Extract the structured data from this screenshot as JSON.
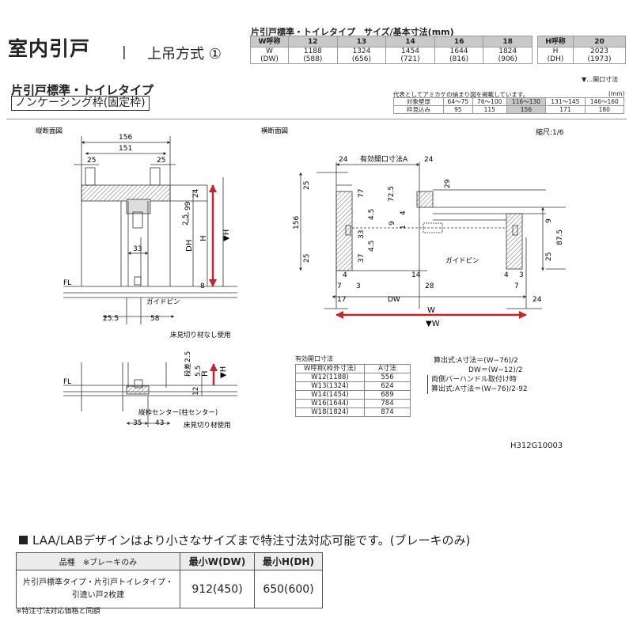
{
  "header": {
    "title": "室内引戸",
    "separator": "|",
    "subtitle": "上吊方式 ①",
    "dim_caption": "片引戸標準・トイレタイプ　サイズ/基本寸法(mm)"
  },
  "spec_table": {
    "w_header": "W呼称",
    "w_sizes": [
      "12",
      "13",
      "14",
      "16",
      "18"
    ],
    "w_label": "W",
    "dw_label": "(DW)",
    "w_values": [
      "1188",
      "1324",
      "1454",
      "1644",
      "1824"
    ],
    "dw_values": [
      "(588)",
      "(656)",
      "(721)",
      "(816)",
      "(906)"
    ],
    "h_header": "H呼称",
    "h_size": "20",
    "h_label": "H",
    "dh_label": "(DH)",
    "h_value": "2023",
    "dh_value": "(1973)"
  },
  "legend": "▼…開口寸法",
  "section": {
    "title": "片引戸標準・トイレタイプ",
    "subtitle": "ノンケーシング枠(固定枠)"
  },
  "reference": {
    "note": "代表としてアミカケの納まり図を掲載しています。",
    "unit": "(mm)",
    "row1_label": "対象壁厚",
    "row1_values": [
      "64～75",
      "76～100",
      "116～130",
      "131～145",
      "146～160"
    ],
    "row2_label": "枠見込み",
    "row2_values": [
      "95",
      "115",
      "156",
      "171",
      "180"
    ],
    "highlight_index": 2
  },
  "vertical_section": {
    "label": "縦断面図",
    "dims": {
      "top_overall": "156",
      "inner": "151",
      "left_25": "25",
      "right_25": "25",
      "d24": "24",
      "d99": "99",
      "d2_5": "2.5",
      "d33": "33",
      "d8": "8",
      "d25_5": "25.5",
      "d58": "58",
      "H": "H",
      "DH": "DH",
      "H_open": "▼H",
      "FL": "FL",
      "guide_pin": "ガイドピン",
      "floor_note": "床見切り材なし使用"
    }
  },
  "lower_detail": {
    "FL": "FL",
    "dims": {
      "d2_5": "2.5",
      "step": "段差",
      "d5_5": "5.5",
      "d12": "12",
      "d35": "35",
      "d43": "43",
      "H": "H",
      "H_open": "▼H"
    },
    "center_note": "縦枠センター(柱センター)",
    "floor_note": "床見切り材使用"
  },
  "horizontal_section": {
    "label": "横断面図",
    "scale": "縮尺:1/6",
    "dims": {
      "effective_opening": "有効開口寸法A",
      "d24a": "24",
      "d24b": "24",
      "d24c": "24",
      "d25a": "25",
      "d25b": "25",
      "d25c": "25",
      "d156": "156",
      "d77": "77",
      "d4_5a": "4.5",
      "d4_5b": "4.5",
      "d33": "33",
      "d37": "37",
      "d72_5": "72.5",
      "d29": "29",
      "d9a": "9",
      "d9b": "9",
      "d1": "1",
      "d4a": "4",
      "d4b": "4",
      "d14": "14",
      "d28": "28",
      "d87_5": "87.5",
      "d3a": "3",
      "d3b": "3",
      "d7a": "7",
      "d7b": "7",
      "d17": "17",
      "DW": "DW",
      "W": "W",
      "W_open": "▼W",
      "guide_pin": "ガイドピン"
    }
  },
  "opening_table": {
    "caption": "有効開口寸法",
    "col1": "W呼称(枠外寸法)",
    "col2": "A寸法",
    "rows": [
      {
        "w": "W12(1188)",
        "a": "556"
      },
      {
        "w": "W13(1324)",
        "a": "624"
      },
      {
        "w": "W14(1454)",
        "a": "689"
      },
      {
        "w": "W16(1644)",
        "a": "784"
      },
      {
        "w": "W18(1824)",
        "a": "874"
      }
    ]
  },
  "formulas": {
    "line1": "算出式:A寸法＝(W−76)/2",
    "line2": "DW＝(W−12)/2",
    "line3": "両側バーハンドル取付け時",
    "line4": "算出式:A寸法＝(W−76)/2-92"
  },
  "code": "H312G10003",
  "bottom": {
    "heading": "LAA/LABデザインはより小さなサイズまで特注寸法対応可能です。(ブレーキのみ)",
    "col1": "品種　※ブレーキのみ",
    "col2": "最小W(DW)",
    "col3": "最小H(DH)",
    "row_label_1": "片引戸標準タイプ・片引戸トイレタイプ・",
    "row_label_2": "引違い戸2枚建",
    "min_w": "912(450)",
    "min_h": "650(600)",
    "footnote": "※特注寸法対応価格と同額"
  },
  "colors": {
    "red": "#c8232c",
    "hatch": "#8a8a8a",
    "gray_header": "#c9c9c9",
    "line": "#333333"
  }
}
